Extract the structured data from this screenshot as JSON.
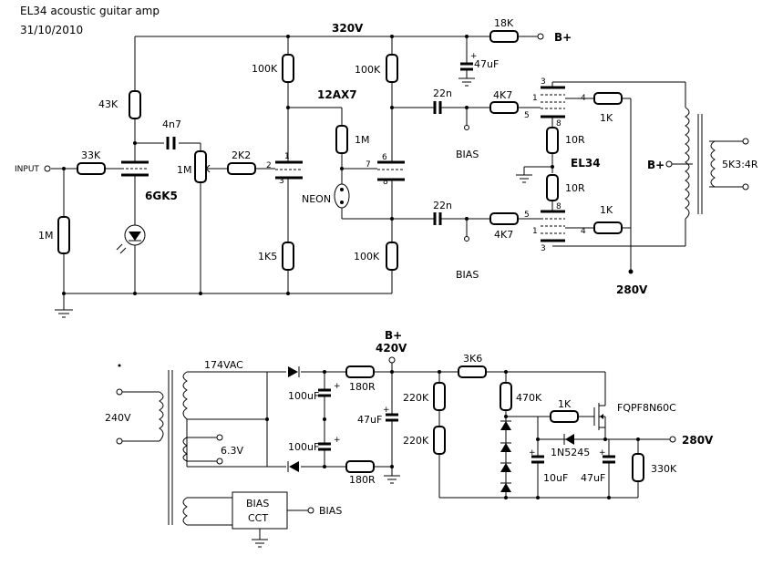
{
  "title": "EL34 acoustic guitar amp",
  "date": "31/10/2010",
  "labels": {
    "v320": "320V",
    "r18k": "18K",
    "bplus_top": "B+",
    "c47uf_top": "47uF",
    "r100k_a": "100K",
    "r100k_b": "100K",
    "tube_12ax7": "12AX7",
    "r43k": "43K",
    "c4n7": "4n7",
    "c22n_a": "22n",
    "r4k7_a": "4K7",
    "r1k_a": "1K",
    "r1m_grid": "1M",
    "bias_a": "BIAS",
    "r10r_a": "10R",
    "el34": "EL34",
    "bplus_ot": "B+",
    "ot": "5K3:4R",
    "input": "INPUT",
    "r33k": "33K",
    "tube_6gk5": "6GK5",
    "pot_1m": "1M",
    "r2k2": "2K2",
    "neon": "NEON",
    "r10r_b": "10R",
    "c22n_b": "22n",
    "r4k7_b": "4K7",
    "r1k_b": "1K",
    "r1m_in": "1M",
    "r1k5": "1K5",
    "r100k_c": "100K",
    "bias_b": "BIAS",
    "v280_top": "280V",
    "bplus_psu": "B+",
    "v420": "420V",
    "mains": "240V",
    "sec_hv": "174VAC",
    "c100uf_a": "100uF",
    "c100uf_b": "100uF",
    "r180r_a": "180R",
    "r180r_b": "180R",
    "c47uf_psu": "47uF",
    "r220k_a": "220K",
    "r220k_b": "220K",
    "r3k6": "3K6",
    "r470k": "470K",
    "r1k_psu": "1K",
    "mosfet": "FQPF8N60C",
    "zener": "1N5245",
    "v280_psu": "280V",
    "c10uf": "10uF",
    "c47uf_b": "47uF",
    "r330k": "330K",
    "heater": "6.3V",
    "bias_cct_1": "BIAS",
    "bias_cct_2": "CCT",
    "bias_out": "BIAS",
    "pin1": "1",
    "pin2": "2",
    "pin3": "3",
    "pin6": "6",
    "pin7": "7",
    "pin8": "8",
    "p3a": "3",
    "p5a": "5",
    "p4a": "4",
    "p8a": "8",
    "p5b": "5",
    "p1b": "1",
    "p4b": "4",
    "p8b": "8",
    "p3b": "3",
    "p1a": "1",
    "plus_a": "+",
    "plus_b": "+",
    "plus_c": "+",
    "plus_d": "+",
    "plus_e": "+",
    "plus_f": "+"
  }
}
